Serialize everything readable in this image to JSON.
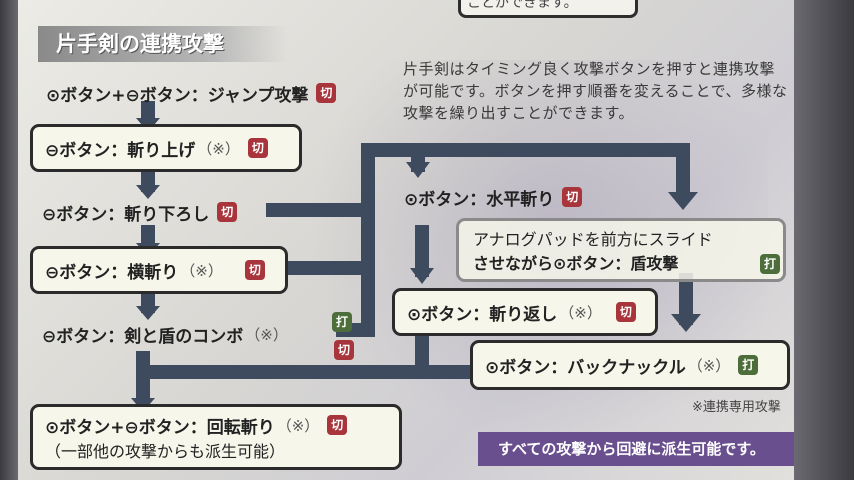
{
  "top_box_text": "ことができます。",
  "title": "片手剣の連携攻撃",
  "description": "片手剣はタイミング良く攻撃ボタンを押すと連携攻撃が可能です。ボタンを押す順番を変えることで、多様な攻撃を繰り出すことができます。",
  "icons": {
    "x_button": "⊙",
    "a_button": "⊖"
  },
  "badges": {
    "kiri": "切",
    "uchi": "打"
  },
  "colors": {
    "kiri": "#a8343c",
    "uchi": "#4d6e3a",
    "purple": "#6a4f8e"
  },
  "nodes": {
    "jump": {
      "text": "⊙ボタン+⊖ボタン：ジャンプ攻撃",
      "note": ""
    },
    "kiriage": {
      "text": "⊖ボタン：斬り上げ",
      "note": "（※）"
    },
    "kiriorosh": {
      "text": "⊖ボタン：斬り下ろし",
      "note": ""
    },
    "yoko": {
      "text": "⊖ボタン：横斬り",
      "note": "（※）"
    },
    "combo": {
      "text": "⊖ボタン：剣と盾のコンボ",
      "note": "（※）"
    },
    "kaiten": {
      "text": "⊙ボタン+⊖ボタン：回転斬り",
      "note": "（※）",
      "sub": "（一部他の攻撃からも派生可能）"
    },
    "suihei": {
      "text": "⊙ボタン：水平斬り",
      "note": ""
    },
    "kaeshi": {
      "text": "⊙ボタン：斬り返し",
      "note": "（※）"
    },
    "tate_line1": "アナログパッドを前方にスライド",
    "tate_line2": "させながら⊙ボタン：盾攻撃",
    "back": {
      "text": "⊙ボタン：バックナックル",
      "note": "（※）"
    }
  },
  "footnote": "※連携専用攻撃",
  "purple_banner": "すべての攻撃から回避に派生可能です。"
}
